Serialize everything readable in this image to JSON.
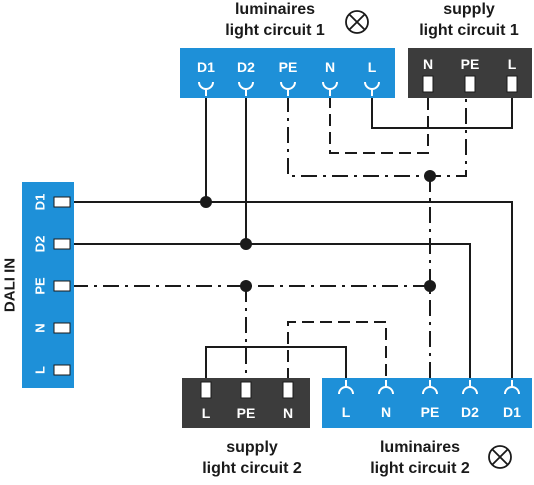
{
  "colors": {
    "blue": "#1e90d8",
    "dark": "#3c3c3c",
    "stroke": "#1a1a1a",
    "white": "#ffffff"
  },
  "labels": {
    "lum1_line1": "luminaires",
    "lum1_line2": "light circuit 1",
    "sup1_line1": "supply",
    "sup1_line2": "light circuit 1",
    "dali": "DALI IN",
    "sup2_line1": "supply",
    "sup2_line2": "light circuit 2",
    "lum2_line1": "luminaires",
    "lum2_line2": "light circuit 2",
    "lamp_icon": "lamp-icon"
  },
  "terminals": {
    "lum1": [
      "D1",
      "D2",
      "PE",
      "N",
      "L"
    ],
    "sup1": [
      "N",
      "PE",
      "L"
    ],
    "dali": [
      "D1",
      "D2",
      "PE",
      "N",
      "L"
    ],
    "sup2": [
      "L",
      "PE",
      "N"
    ],
    "lum2": [
      "L",
      "N",
      "PE",
      "D2",
      "D1"
    ]
  }
}
